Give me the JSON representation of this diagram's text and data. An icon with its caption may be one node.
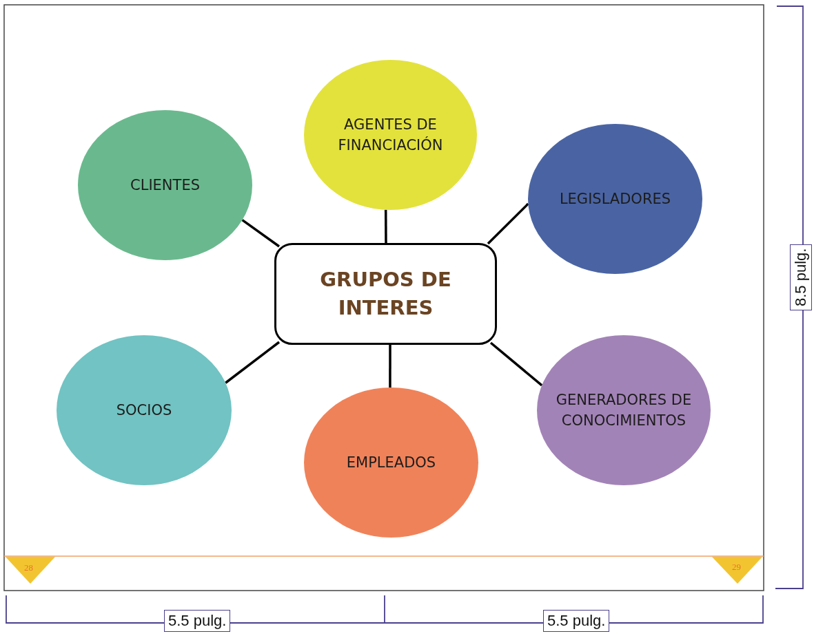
{
  "diagram": {
    "nodes": [
      {
        "text": [
          "GRUPOS DE INTERES"
        ]
      },
      {
        "text": [
          "AGENTES DE FINANCIACIÓN"
        ]
      },
      {
        "text": [
          "CLIENTES"
        ]
      },
      {
        "text": [
          "LEGISLADORES"
        ]
      },
      {
        "text": [
          "SOCIOS"
        ]
      },
      {
        "text": [
          "GENERADORES DE CONOCIMIENTOS"
        ]
      },
      {
        "text": [
          "EMPLEADOS"
        ]
      }
    ],
    "edges": [
      {
        "from": 0,
        "to": 1,
        "arrow": "none"
      },
      {
        "from": 0,
        "to": 2,
        "arrow": "none"
      },
      {
        "from": 0,
        "to": 3,
        "arrow": "none"
      },
      {
        "from": 0,
        "to": 4,
        "arrow": "none"
      },
      {
        "from": 0,
        "to": 5,
        "arrow": "none"
      },
      {
        "from": 0,
        "to": 6,
        "arrow": "none"
      }
    ],
    "labels": [
      "28",
      "29",
      "8.5 pulg.",
      "5.5 pulg.",
      "5.5 pulg."
    ]
  }
}
